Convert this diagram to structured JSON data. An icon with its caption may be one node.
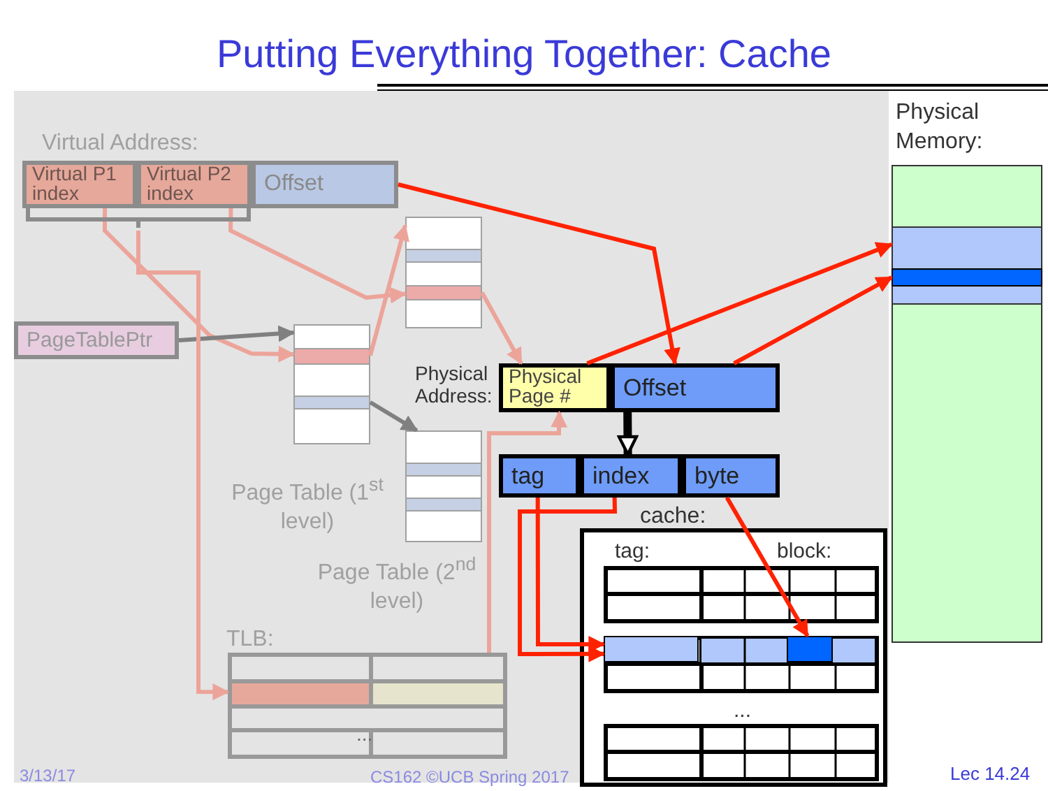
{
  "diagram": {
    "title": "Putting Everything Together: Cache",
    "nodes": [
      {
        "text": [
          "Virtual P1 index"
        ]
      },
      {
        "text": [
          "Virtual P2 index"
        ]
      },
      {
        "text": [
          "Offset"
        ]
      },
      {
        "text": [
          "PageTablePtr"
        ]
      },
      {
        "text": [],
        "shape": "box",
        "beside": [
          "Page Table (1$^{st}$ level)"
        ]
      },
      {
        "text": [],
        "shape": "box"
      },
      {
        "text": [],
        "shape": "box",
        "beside": [
          "Page Table (2$^{nd}$ level)"
        ]
      },
      {
        "text": [],
        "shape": "box",
        "beside": [
          "TLB:"
        ]
      },
      {
        "text": [
          "Physical Page #"
        ]
      },
      {
        "text": [
          "Offset"
        ]
      },
      {
        "text": [
          "tag"
        ]
      },
      {
        "text": [
          "index"
        ]
      },
      {
        "text": [
          "byte"
        ]
      },
      {
        "text": [],
        "shape": "box",
        "beside": [
          "cache:"
        ]
      },
      {
        "text": [],
        "shape": "box",
        "in": 13
      },
      {
        "text": [],
        "shape": "box",
        "in": 13
      },
      {
        "text": [
          "Physical Memory:"
        ]
      },
      {
        "text": [],
        "shape": "bar",
        "in": 16
      },
      {
        "text": [],
        "shape": "bar",
        "in": 17
      }
    ],
    "edges": [
      {
        "from": 2,
        "to": 9,
        "arrow": "to",
        "color": "#ff2200"
      },
      {
        "from": 0,
        "to": 4,
        "arrow": "to"
      },
      {
        "from": 1,
        "to": 5,
        "arrow": "to"
      },
      {
        "from": 3,
        "to": 4,
        "arrow": "to",
        "color": "#808080"
      },
      {
        "from": 4,
        "to": 5,
        "arrow": "to"
      },
      {
        "from": 5,
        "to": 8,
        "arrow": "to"
      },
      {
        "from": 4,
        "to": 6,
        "arrow": "to",
        "color": "#808080"
      },
      {
        "from": 0,
        "to": 7,
        "arrow": "to"
      },
      {
        "from": 1,
        "to": 7,
        "arrow": "to"
      },
      {
        "from": 7,
        "to": 8,
        "arrow": "to"
      },
      {
        "from": 8,
        "to": 17,
        "arrow": "to",
        "color": "#ff2200"
      },
      {
        "from": 9,
        "to": 18,
        "arrow": "to",
        "color": "#ff2200"
      },
      {
        "from": 9,
        "to": 11,
        "arrow": "to",
        "style": "thick",
        "color": "#000000"
      },
      {
        "from": 10,
        "to": 14,
        "arrow": "to",
        "color": "#ff2200"
      },
      {
        "from": 11,
        "to": 14,
        "arrow": "to",
        "color": "#ff2200"
      },
      {
        "from": 12,
        "to": 15,
        "arrow": "to",
        "color": "#ff2200"
      }
    ],
    "labels": [
      "Virtual Address:",
      "Physical Address:",
      "...",
      "tag:",
      "block:",
      "...",
      "3/13/17",
      "CS162 ©UCB Spring 2017",
      "Lec 14.24"
    ]
  }
}
